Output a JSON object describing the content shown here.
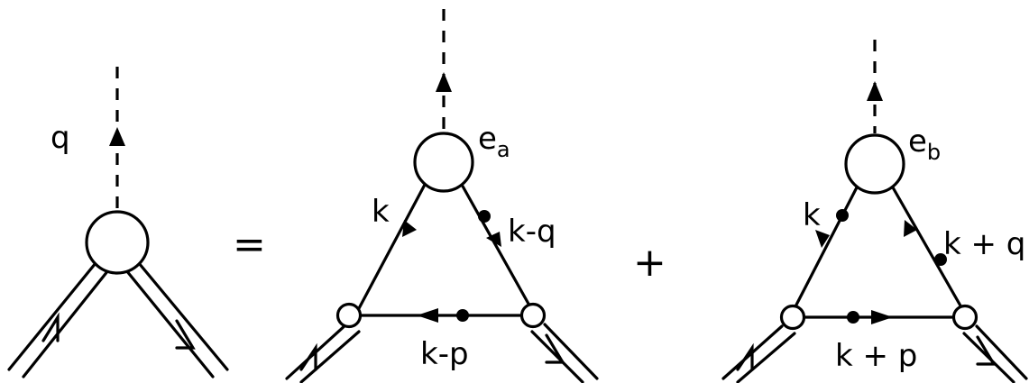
{
  "diagram": {
    "left": {
      "momentum_label": "q"
    },
    "equals": "=",
    "plus": "+",
    "middle": {
      "vertex_label": {
        "base": "e",
        "sub": "a"
      },
      "left_leg": "k",
      "right_leg": "k-q",
      "bottom_line": "k-p"
    },
    "right": {
      "vertex_label": {
        "base": "e",
        "sub": "b"
      },
      "left_leg": "k",
      "right_leg": "k + q",
      "bottom_line": "k + p"
    }
  }
}
